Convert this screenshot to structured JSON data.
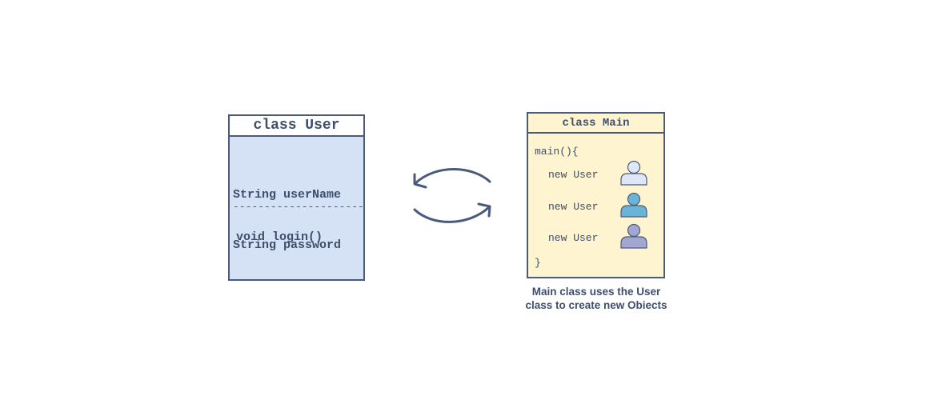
{
  "user_class": {
    "title": "class User",
    "attributes": [
      "String userName",
      "String password"
    ],
    "divider": "---------------------",
    "method": "void login()"
  },
  "main_class": {
    "title": "class Main",
    "open_line": "main(){",
    "statements": [
      "new User",
      "new User",
      "new User"
    ],
    "close_line": "}"
  },
  "caption": {
    "line1": "Main class uses the User",
    "line2": "class to create new Obiects"
  },
  "colors": {
    "outline": "#4a5a7c",
    "user_fill": "#d5e1f4",
    "main_fill": "#fff4d0",
    "person_1": "#dfe6f5",
    "person_2": "#6ab4d6",
    "person_3": "#a3a6cf"
  },
  "icons": [
    "curved-arrow-left-icon",
    "curved-arrow-right-icon",
    "person-icon"
  ]
}
